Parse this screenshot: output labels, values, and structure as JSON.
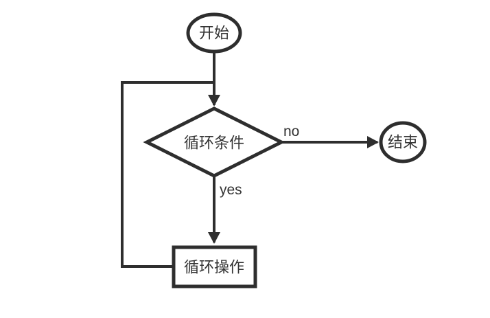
{
  "diagram": {
    "type": "flowchart",
    "colors": {
      "line": "#2e2e2e",
      "text": "#333333",
      "shape_fill": "#ffffff",
      "background": "#ffffff"
    },
    "nodes": {
      "start": {
        "label": "开始",
        "shape": "ellipse"
      },
      "condition": {
        "label": "循环条件",
        "shape": "diamond"
      },
      "operation": {
        "label": "循环操作",
        "shape": "rectangle"
      },
      "end": {
        "label": "结束",
        "shape": "ellipse"
      }
    },
    "edges": {
      "start_to_condition": {
        "label": ""
      },
      "condition_to_end": {
        "label": "no"
      },
      "condition_to_operation": {
        "label": "yes"
      },
      "operation_loop_back": {
        "label": ""
      }
    }
  }
}
